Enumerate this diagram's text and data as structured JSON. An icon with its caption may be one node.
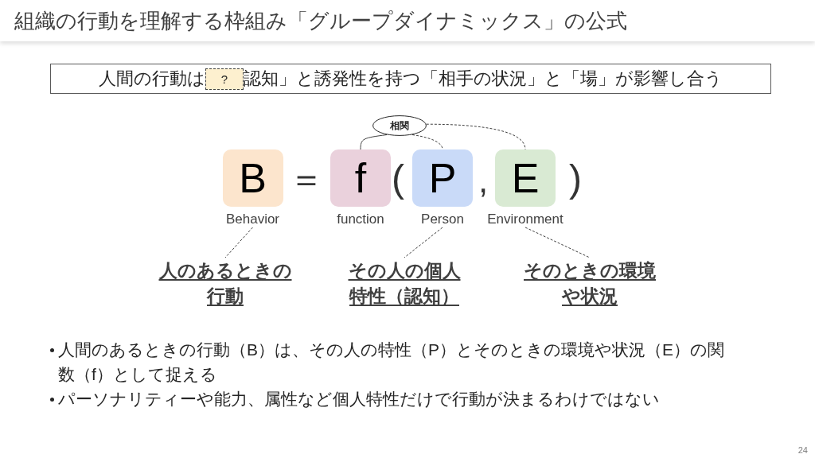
{
  "diagram": {
    "title": "組織の行動を理解する枠組み「グループダイナミックス」の公式",
    "nodes": [
      {
        "text": [
          "人間の行動は",
          "認知」と誘発性を持つ「相手の状況」と「場」が影響し合う"
        ]
      },
      {
        "text": [
          "?"
        ],
        "in": 0
      },
      {
        "text": [
          "相関"
        ]
      },
      {
        "text": [
          "B"
        ],
        "beside": [
          "Behavior"
        ]
      },
      {
        "text": [
          "f"
        ],
        "beside": [
          "function"
        ]
      },
      {
        "text": [
          "P"
        ],
        "beside": [
          "Person"
        ]
      },
      {
        "text": [
          "E"
        ],
        "beside": [
          "Environment"
        ]
      },
      {
        "text": [
          "人のあるときの行動"
        ]
      },
      {
        "text": [
          "その人の個人特性（認知）"
        ]
      },
      {
        "text": [
          "そのときの環境や状況"
        ]
      }
    ],
    "edges": [
      {
        "from": 2,
        "to": 4,
        "arrow": "none"
      },
      {
        "from": 2,
        "to": 5,
        "arrow": "none",
        "style": "dashed"
      },
      {
        "from": 2,
        "to": 6,
        "arrow": "none",
        "style": "dashed"
      },
      {
        "from": 3,
        "to": 7,
        "arrow": "none",
        "style": "dashed"
      },
      {
        "from": 5,
        "to": 8,
        "arrow": "none",
        "style": "dashed"
      },
      {
        "from": 6,
        "to": 9,
        "arrow": "none",
        "style": "dashed"
      }
    ],
    "labels": [
      "＝",
      "(",
      ",",
      ")",
      "人間のあるときの行動（B）は、その人の特性（P）とそのときの環境や状況（E）の関数（f）として捉える",
      "パーソナリティーや能力、属性など個人特性だけで行動が決まるわけではない",
      "24"
    ]
  }
}
